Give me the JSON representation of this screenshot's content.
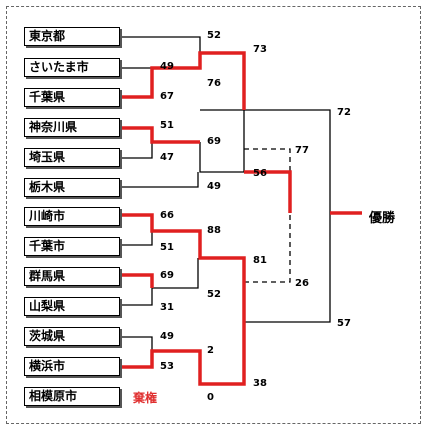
{
  "teams": [
    "東京都",
    "さいたま市",
    "千葉県",
    "神奈川県",
    "埼玉県",
    "栃木県",
    "川崎市",
    "千葉市",
    "群馬県",
    "山梨県",
    "茨城県",
    "横浜市",
    "相模原市"
  ],
  "scores": {
    "s_tokyo": "52",
    "s_saitamashi": "49",
    "s_chibaken": "67",
    "s_kanagawa": "51",
    "s_saitamaken": "47",
    "s_tochigi": "49",
    "s_kawasaki": "66",
    "s_chibashi": "51",
    "s_gunma": "69",
    "s_yamanashi": "31",
    "s_ibaraki": "49",
    "s_yokohama": "53",
    "s_sagamihara": "0",
    "s_r2_chiba": "76",
    "s_r2_tokyo": "73",
    "s_r2_kanagawa": "69",
    "s_r2_tochigi": "56",
    "s_r2_kawasaki": "88",
    "s_r2_gunma": "52",
    "s_r2_yokohama": "2",
    "s_r2_sagamihara": "38",
    "s_r3_kawasaki": "81",
    "s_r3_yokohama": "26",
    "s_r3_tochigi": "77",
    "s_final_top": "72",
    "s_final_bottom": "57"
  },
  "labels": {
    "winner": "優勝",
    "forfeit": "棄権"
  },
  "colors": {
    "win": "#e02020",
    "line": "#000000"
  }
}
